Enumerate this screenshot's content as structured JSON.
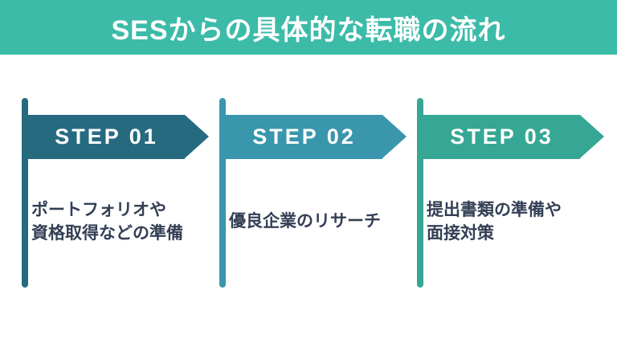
{
  "header": {
    "title": "SESからの具体的な転職の流れ",
    "bg_color": "#3CBBA8",
    "text_color": "#FFFFFF"
  },
  "steps": [
    {
      "label": "STEP 01",
      "description": "ポートフォリオや\n資格取得などの準備",
      "color": "#266A80"
    },
    {
      "label": "STEP 02",
      "description": "優良企業のリサーチ",
      "color": "#3996AC"
    },
    {
      "label": "STEP 03",
      "description": "提出書類の準備や\n面接対策",
      "color": "#35A794"
    }
  ],
  "body_text_color": "#333F54",
  "background_color": "#FFFFFF"
}
